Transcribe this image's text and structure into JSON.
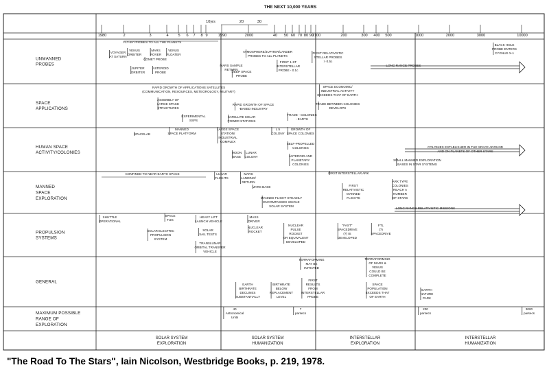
{
  "title": "THE NEXT 10,000 YEARS",
  "year_ticks": [
    "1980",
    "2",
    "3",
    "4",
    "5",
    "6",
    "7",
    "8",
    "9",
    "1990",
    "2000",
    "40",
    "50",
    "60",
    "70",
    "80",
    "90",
    "2100",
    "200",
    "300",
    "400",
    "500",
    "1000",
    "2000",
    "3000",
    "10000"
  ],
  "scale_marks": [
    "10yrs",
    "20",
    "30"
  ],
  "rows": [
    {
      "id": "unmanned",
      "label": [
        "UNMANNED",
        "PROBES"
      ]
    },
    {
      "id": "space_apps",
      "label": [
        "SPACE",
        "APPLICATIONS"
      ]
    },
    {
      "id": "human",
      "label": [
        "HUMAN SPACE",
        "ACTIVITY/COLONIES"
      ]
    },
    {
      "id": "manned",
      "label": [
        "MANNED",
        "SPACE",
        "EXPLORATION"
      ]
    },
    {
      "id": "propulsion",
      "label": [
        "PROPULSION",
        "SYSTEMS"
      ]
    },
    {
      "id": "general",
      "label": [
        "GENERAL"
      ]
    },
    {
      "id": "range",
      "label": [
        "MAXIMUM POSSIBLE",
        "RANGE OF",
        "EXPLORATION"
      ]
    }
  ],
  "events": [
    {
      "row": 0,
      "lines": [
        "FLY-BY PROBES TO ALL THE PLANETS"
      ]
    },
    {
      "row": 0,
      "lines": [
        "VOYAGER",
        "AT SATURN"
      ]
    },
    {
      "row": 0,
      "lines": [
        "VENUS",
        "ORBITER"
      ]
    },
    {
      "row": 0,
      "lines": [
        "MARS",
        "ROVER"
      ]
    },
    {
      "row": 0,
      "lines": [
        "VENUS",
        "FLOATER"
      ]
    },
    {
      "row": 0,
      "lines": [
        "COMET PROBE"
      ]
    },
    {
      "row": 0,
      "lines": [
        "JUPITER",
        "ORBITER"
      ]
    },
    {
      "row": 0,
      "lines": [
        "ASTEROID",
        "PROBE"
      ]
    },
    {
      "row": 0,
      "lines": [
        "ATMOSPHERE/JUPITER/LANDER",
        "PROBES TO ALL PLANETS"
      ]
    },
    {
      "row": 0,
      "lines": [
        "MARS SAMPLE",
        "RETURN"
      ]
    },
    {
      "row": 0,
      "lines": [
        "DEEP SPACE",
        "PROBE"
      ]
    },
    {
      "row": 0,
      "lines": [
        "FIRST 1-ST",
        "INTERSTELLAR",
        "PROBE - 0.1c"
      ]
    },
    {
      "row": 0,
      "lines": [
        "FIRST RELATIVISTIC",
        "STELLAR PROBES",
        "> 0.5c"
      ]
    },
    {
      "row": 0,
      "lines": [
        "LONG RANGE PROBES"
      ]
    },
    {
      "row": 0,
      "lines": [
        "BLACK HOLE",
        "PROBE ENTERS",
        "CYGNUS X-1"
      ]
    },
    {
      "row": 1,
      "lines": [
        "RAPID GROWTH OF APPLICATIONS SATELLITES",
        "(COMMUNICATION, RESOURCES, METEOROLOGY, MILITARY)"
      ]
    },
    {
      "row": 1,
      "lines": [
        "ASSEMBLY OF",
        "LARGE SPACE",
        "STRUCTURES"
      ]
    },
    {
      "row": 1,
      "lines": [
        "EXPERIMENTAL",
        "SSPS"
      ]
    },
    {
      "row": 1,
      "lines": [
        "RAPID GROWTH OF SPACE",
        "-BASED INDUSTRY"
      ]
    },
    {
      "row": 1,
      "lines": [
        "SATELLITE SOLAR",
        "POWER STATIONS"
      ]
    },
    {
      "row": 1,
      "lines": [
        "SPACE ECONOMIC/",
        "INDUSTRIAL ACTIVITY",
        "EXCEEDS THAT OF EARTH"
      ]
    },
    {
      "row": 1,
      "lines": [
        "TRADE BETWEEN COLONIES",
        "DEVELOPS"
      ]
    },
    {
      "row": 1,
      "lines": [
        "TRADE - COLONIES",
        "- EARTH"
      ]
    },
    {
      "row": 2,
      "lines": [
        "SPACELAB"
      ]
    },
    {
      "row": 2,
      "lines": [
        "MANNED",
        "SPACE PLATFORM"
      ]
    },
    {
      "row": 2,
      "lines": [
        "LARGE SPACE",
        "STATION/",
        "INDUSTRIAL",
        "COMPLEX"
      ]
    },
    {
      "row": 2,
      "lines": [
        "MOON",
        "BASE"
      ]
    },
    {
      "row": 2,
      "lines": [
        "LUNAR",
        "COLONY"
      ]
    },
    {
      "row": 2,
      "lines": [
        "L 5",
        "COLONY"
      ]
    },
    {
      "row": 2,
      "lines": [
        "GROWTH OF",
        "SPACE COLONIES"
      ]
    },
    {
      "row": 2,
      "lines": [
        "SELF-PROPELLED",
        "COLONIES"
      ]
    },
    {
      "row": 2,
      "lines": [
        "ASTEROID AND",
        "PLANETARY",
        "COLONIES"
      ]
    },
    {
      "row": 2,
      "lines": [
        "COLONIES ESTABLISHED IN THE SPACE AROUND",
        "AND ON PLANETS OF OTHER STARS"
      ]
    },
    {
      "row": 2,
      "lines": [
        "SMALL MANNED EXPLORATION",
        "BASES IN STAR SYSTEMS"
      ]
    },
    {
      "row": 3,
      "lines": [
        "CONFINED TO NEAR-EARTH SPACE"
      ]
    },
    {
      "row": 3,
      "lines": [
        "LUNAR",
        "FLIGHTS"
      ]
    },
    {
      "row": 3,
      "lines": [
        "MARS",
        "LANDING/",
        "RETURN"
      ]
    },
    {
      "row": 3,
      "lines": [
        "MARS BASE"
      ]
    },
    {
      "row": 3,
      "lines": [
        "MANNED FLIGHT STEADILY",
        "ENCOMPASSES WHOLE",
        "SOLAR SYSTEM"
      ]
    },
    {
      "row": 3,
      "lines": [
        "FIRST INTERSTELLAR ARK"
      ]
    },
    {
      "row": 3,
      "lines": [
        "FIRST",
        "RELATIVISTIC",
        "MANNED",
        "FLIGHTS"
      ]
    },
    {
      "row": 3,
      "lines": [
        "ARK TYPE",
        "COLONIES",
        "REACH A",
        "NUMBER",
        "OF STARS"
      ]
    },
    {
      "row": 3,
      "lines": [
        "LONG RANGE RELATIVISTIC MISSIONS"
      ]
    },
    {
      "row": 4,
      "lines": [
        "SHUTTLE",
        "OPERATIONAL"
      ]
    },
    {
      "row": 4,
      "lines": [
        "SPACE",
        "TUG"
      ]
    },
    {
      "row": 4,
      "lines": [
        "SOLAR ELECTRIC",
        "PROPULSION",
        "SYSTEM"
      ]
    },
    {
      "row": 4,
      "lines": [
        "HEAVY LIFT",
        "LAUNCH VEHICLE"
      ]
    },
    {
      "row": 4,
      "lines": [
        "SOLAR",
        "SAIL TESTS"
      ]
    },
    {
      "row": 4,
      "lines": [
        "TRANSLUNAR",
        "ORBITAL TRANSFER",
        "VEHICLE"
      ]
    },
    {
      "row": 4,
      "lines": [
        "MASS",
        "DRIVER"
      ]
    },
    {
      "row": 4,
      "lines": [
        "NUCLEAR",
        "ROCKET"
      ]
    },
    {
      "row": 4,
      "lines": [
        "NUCLEAR",
        "PULSE",
        "ROCKET",
        "OR EQUIVALENT",
        "DEVELOPED"
      ]
    },
    {
      "row": 4,
      "lines": [
        "\"FAST\"",
        "SPACEDRIVE",
        "(?) IS",
        "DEVELOPED"
      ]
    },
    {
      "row": 4,
      "lines": [
        "FTL",
        "(?)",
        "SPACEDRIVE"
      ]
    },
    {
      "row": 5,
      "lines": [
        "TERRAFORMING",
        "MAY BE",
        "INITIATED"
      ]
    },
    {
      "row": 5,
      "lines": [
        "TERRAFORMING",
        "OF MARS &",
        "VENUS",
        "COULD BE",
        "COMPLETE"
      ]
    },
    {
      "row": 5,
      "lines": [
        "EARTH",
        "BIRTHRATE",
        "DECLINES",
        "SUBSTANTIALLY"
      ]
    },
    {
      "row": 5,
      "lines": [
        "BIRTHRATE",
        "BELOW",
        "REPLACEMENT",
        "LEVEL"
      ]
    },
    {
      "row": 5,
      "lines": [
        "FIRST",
        "RESULTS",
        "FROM",
        "INTERSTELLAR",
        "PROBE"
      ]
    },
    {
      "row": 5,
      "lines": [
        "SPACE",
        "POPULATION",
        "EXCEEDS THAT",
        "OF EARTH"
      ]
    },
    {
      "row": 5,
      "lines": [
        "EARTH",
        "NATURE",
        "PARK"
      ]
    },
    {
      "row": 6,
      "lines": [
        "40",
        "Astronomical",
        "Units"
      ]
    },
    {
      "row": 6,
      "lines": [
        "7",
        "parsecs"
      ]
    },
    {
      "row": 6,
      "lines": [
        "200",
        "parsecs"
      ]
    },
    {
      "row": 6,
      "lines": [
        "3000",
        "parsecs"
      ]
    }
  ],
  "phases": [
    "SOLAR SYSTEM",
    "EXPLORATION",
    "SOLAR SYSTEM",
    "HUMANIZATION",
    "INTERSTELLAR",
    "EXPLORATION",
    "INTERSTELLAR",
    "HUMANIZATION"
  ],
  "caption": "\"The Road To The Stars\", Iain Nicolson, Westbridge Books, p. 219, 1978."
}
